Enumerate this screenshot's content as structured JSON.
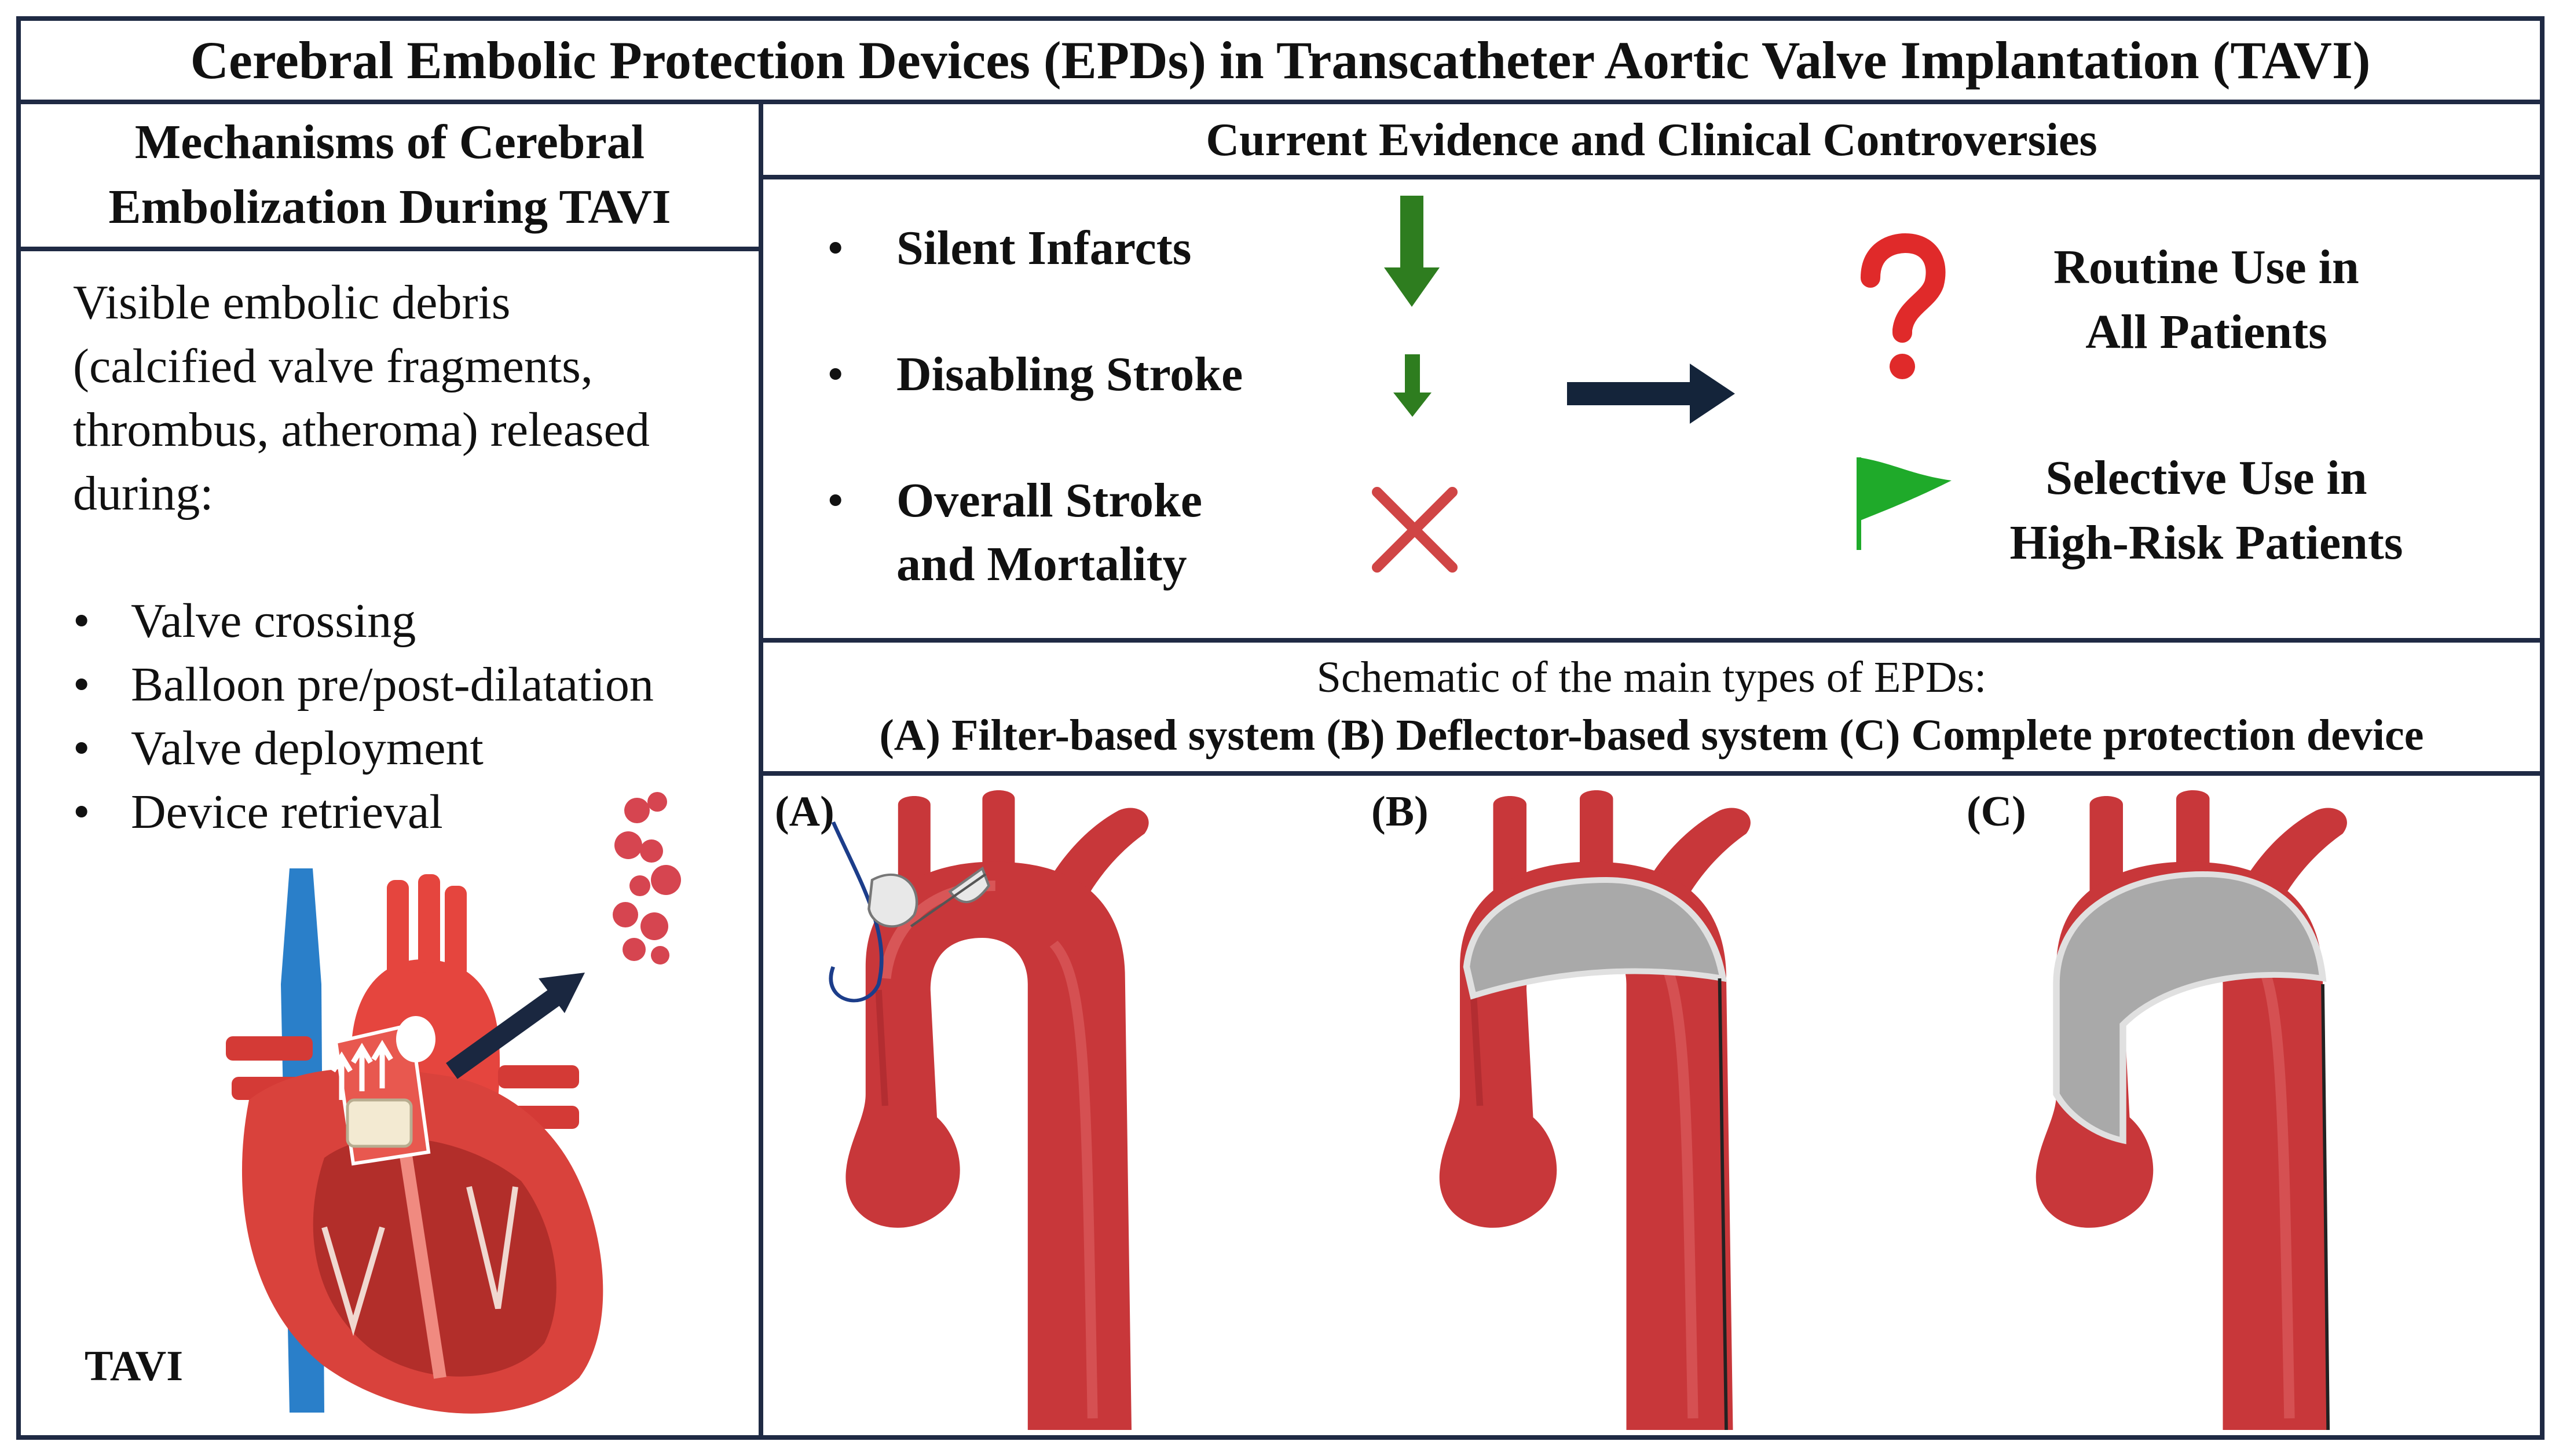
{
  "title": "Cerebral Embolic Protection Devices (EPDs) in Transcatheter Aortic Valve Implantation (TAVI)",
  "left_panel": {
    "header_line1": "Mechanisms of Cerebral",
    "header_line2": "Embolization During TAVI",
    "intro_lines": [
      "Visible embolic debris",
      "(calcified valve fragments,",
      "thrombus, atheroma) released",
      "during:"
    ],
    "bullets": [
      "Valve crossing",
      "Balloon pre/post-dilatation",
      "Valve deployment",
      "Device retrieval"
    ],
    "heart_label": "TAVI"
  },
  "evidence_panel": {
    "header": "Current Evidence and Clinical Controversies",
    "items": [
      {
        "line1": "Silent Infarcts",
        "line2": "",
        "indicator": "down-arrow-large"
      },
      {
        "line1": "Disabling Stroke",
        "line2": "",
        "indicator": "down-arrow-small"
      },
      {
        "line1": "Overall Stroke",
        "line2": "and Mortality",
        "indicator": "cross"
      }
    ],
    "outcomes": [
      {
        "icon": "question-mark-icon",
        "line1": "Routine Use in",
        "line2": "All Patients"
      },
      {
        "icon": "green-flag-icon",
        "line1": "Selective Use in",
        "line2": "High-Risk Patients"
      }
    ]
  },
  "schematic_panel": {
    "header_line1": "Schematic of the main types of EPDs:",
    "header_line2": "(A) Filter-based system (B) Deflector-based system (C) Complete protection device",
    "panels": [
      {
        "label": "(A)",
        "type": "filter"
      },
      {
        "label": "(B)",
        "type": "deflector"
      },
      {
        "label": "(C)",
        "type": "complete"
      }
    ]
  },
  "colors": {
    "border": "#1f2a44",
    "aorta": "#c8373a",
    "green_arrow": "#2e7d1f",
    "cross": "#d04545",
    "question": "#e02a2a",
    "flag": "#1faa2a",
    "navy_arrow": "#14243a",
    "device_grey": "#a9a9a9"
  }
}
